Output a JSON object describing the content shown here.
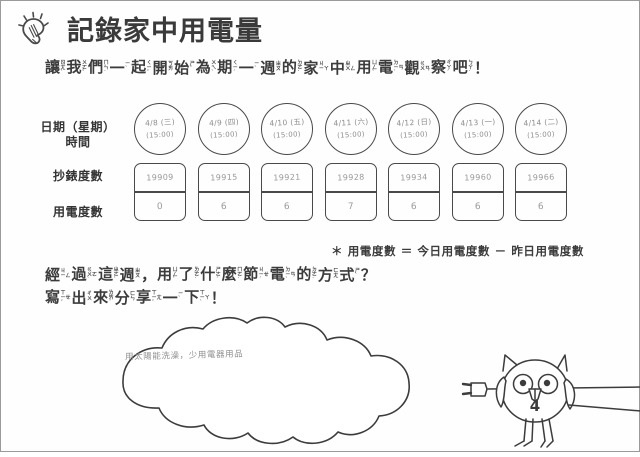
{
  "page": {
    "title": "記錄家中用電量",
    "bulb_icon": "lightbulb-icon"
  },
  "intro": {
    "segments": [
      {
        "base": "讓",
        "zhu": [
          "ㄖ",
          "ㄤ",
          "ˋ"
        ]
      },
      {
        "base": "我",
        "zhu": [
          "ㄨ",
          "ㄛ",
          "ˇ"
        ]
      },
      {
        "base": "們",
        "zhu": [
          "ㄇ",
          "ㄣ",
          "˙"
        ]
      },
      {
        "base": "一",
        "zhu": [
          "ㄧ",
          "",
          "ˋ"
        ]
      },
      {
        "base": "起",
        "zhu": [
          "ㄑ",
          "ㄧ",
          "ˇ"
        ]
      },
      {
        "base": "開",
        "zhu": [
          "ㄎ",
          "ㄞ",
          ""
        ]
      },
      {
        "base": "始",
        "zhu": [
          "ㄕ",
          "",
          "ˇ"
        ]
      },
      {
        "base": "為",
        "zhu": [
          "ㄨ",
          "ㄟ",
          "ˋ"
        ]
      },
      {
        "base": "期",
        "zhu": [
          "ㄑ",
          "ㄧ",
          "ˊ"
        ]
      },
      {
        "base": "一",
        "zhu": [
          "ㄧ",
          "",
          "ˋ"
        ]
      },
      {
        "base": "週",
        "zhu": [
          "ㄓ",
          "ㄡ",
          ""
        ]
      },
      {
        "base": "的",
        "zhu": [
          "ㄉ",
          "ㄜ",
          "˙"
        ]
      },
      {
        "base": "家",
        "zhu": [
          "ㄐ",
          "ㄧㄚ",
          ""
        ]
      },
      {
        "base": "中",
        "zhu": [
          "ㄓ",
          "ㄨㄥ",
          ""
        ]
      },
      {
        "base": "用",
        "zhu": [
          "ㄩ",
          "ㄥ",
          "ˋ"
        ]
      },
      {
        "base": "電",
        "zhu": [
          "ㄉ",
          "ㄧㄢ",
          "ˋ"
        ]
      },
      {
        "base": "觀",
        "zhu": [
          "ㄍ",
          "ㄨㄢ",
          ""
        ]
      },
      {
        "base": "察",
        "zhu": [
          "ㄔ",
          "ㄚ",
          "ˊ"
        ]
      },
      {
        "base": "吧",
        "zhu": [
          "ㄅ",
          "ㄚ",
          "˙"
        ]
      },
      {
        "base": "！",
        "zhu": [
          "",
          "",
          ""
        ]
      }
    ]
  },
  "table": {
    "row_labels": {
      "date": "日期（星期）",
      "time": "時間",
      "meter": "抄錶度數",
      "usage": "用電度數"
    },
    "columns": [
      {
        "date": "4/8 (三)",
        "time": "(15:00)",
        "meter": "19909",
        "usage": "0"
      },
      {
        "date": "4/9 (四)",
        "time": "(15:00)",
        "meter": "19915",
        "usage": "6"
      },
      {
        "date": "4/10 (五)",
        "time": "(15:00)",
        "meter": "19921",
        "usage": "6"
      },
      {
        "date": "4/11 (六)",
        "time": "(15:00)",
        "meter": "19928",
        "usage": "7"
      },
      {
        "date": "4/12 (日)",
        "time": "(15:00)",
        "meter": "19934",
        "usage": "6"
      },
      {
        "date": "4/13 (一)",
        "time": "(15:00)",
        "meter": "19960",
        "usage": "6"
      },
      {
        "date": "4/14 (二)",
        "time": "(15:00)",
        "meter": "19966",
        "usage": "6"
      }
    ],
    "note": "＊ 用電度數 ＝ 今日用電度數 － 昨日用電度數"
  },
  "question": {
    "line1": [
      {
        "base": "經",
        "zhu": [
          "ㄐ",
          "ㄧㄥ",
          ""
        ]
      },
      {
        "base": "過",
        "zhu": [
          "ㄍ",
          "ㄨㄛ",
          "ˋ"
        ]
      },
      {
        "base": "這",
        "zhu": [
          "ㄓ",
          "ㄜ",
          "ˋ"
        ]
      },
      {
        "base": "週",
        "zhu": [
          "ㄓ",
          "ㄡ",
          ""
        ]
      },
      {
        "base": "，",
        "zhu": [
          "",
          "",
          ""
        ]
      },
      {
        "base": "用",
        "zhu": [
          "ㄩ",
          "ㄥ",
          "ˋ"
        ]
      },
      {
        "base": "了",
        "zhu": [
          "ㄌ",
          "ㄜ",
          "˙"
        ]
      },
      {
        "base": "什",
        "zhu": [
          "ㄕ",
          "ㄜ",
          "ˊ"
        ]
      },
      {
        "base": "麼",
        "zhu": [
          "ㄇ",
          "ㄜ",
          "˙"
        ]
      },
      {
        "base": "節",
        "zhu": [
          "ㄐ",
          "ㄧㄝ",
          "ˊ"
        ]
      },
      {
        "base": "電",
        "zhu": [
          "ㄉ",
          "ㄧㄢ",
          "ˋ"
        ]
      },
      {
        "base": "的",
        "zhu": [
          "ㄉ",
          "ㄜ",
          "˙"
        ]
      },
      {
        "base": "方",
        "zhu": [
          "ㄈ",
          "ㄤ",
          ""
        ]
      },
      {
        "base": "式",
        "zhu": [
          "ㄕ",
          "",
          "ˋ"
        ]
      },
      {
        "base": "？",
        "zhu": [
          "",
          "",
          ""
        ]
      }
    ],
    "line2": [
      {
        "base": "寫",
        "zhu": [
          "ㄒ",
          "ㄧㄝ",
          "ˇ"
        ]
      },
      {
        "base": "出",
        "zhu": [
          "ㄔ",
          "ㄨ",
          ""
        ]
      },
      {
        "base": "來",
        "zhu": [
          "ㄌ",
          "ㄞ",
          "ˊ"
        ]
      },
      {
        "base": "分",
        "zhu": [
          "ㄈ",
          "ㄣ",
          ""
        ]
      },
      {
        "base": "享",
        "zhu": [
          "ㄒ",
          "ㄧㄤ",
          "ˇ"
        ]
      },
      {
        "base": "一",
        "zhu": [
          "ㄧ",
          "",
          "ˋ"
        ]
      },
      {
        "base": "下",
        "zhu": [
          "ㄒ",
          "ㄧㄚ",
          "ˋ"
        ]
      },
      {
        "base": "！",
        "zhu": [
          "",
          "",
          ""
        ]
      }
    ]
  },
  "answer": {
    "cloud_text": "用太陽能洗澡，少用電器用品"
  },
  "character": {
    "name": "owl-mascot",
    "badge": "4",
    "plug": "power-plug-icon"
  },
  "colors": {
    "ink": "#3a3a3a",
    "line": "#4a4a4a",
    "handwriting": "#9a9a9a"
  }
}
